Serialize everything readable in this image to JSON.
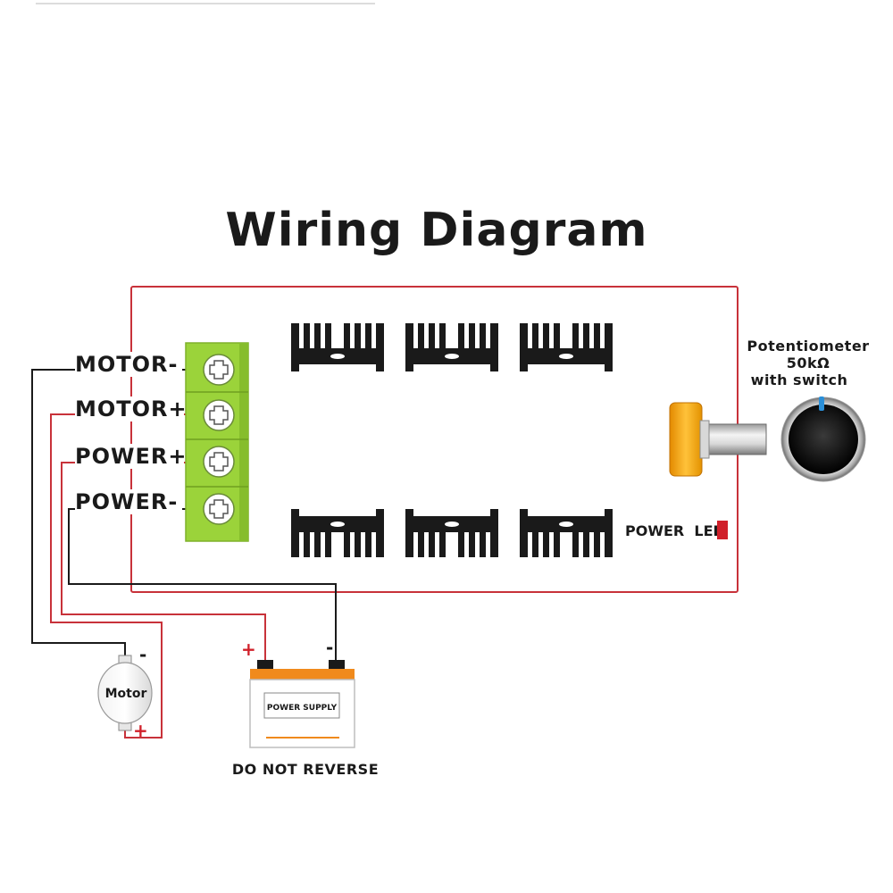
{
  "title": "Wiring Diagram",
  "terminals": [
    {
      "label": "MOTOR-"
    },
    {
      "label": "MOTOR+"
    },
    {
      "label": "POWER+"
    },
    {
      "label": "POWER-"
    }
  ],
  "potentiometer": {
    "line1": "Potentiometer",
    "line2": "50kΩ",
    "line3": "with switch"
  },
  "power_led_label": "POWER  LED",
  "motor": {
    "label": "Motor",
    "minus": "-",
    "plus": "+"
  },
  "power_supply": {
    "label": "POWER SUPPLY",
    "plus": "+",
    "minus": "-"
  },
  "warning": "DO NOT REVERSE",
  "colors": {
    "board_outline": "#c8323a",
    "wire_red": "#c8323a",
    "wire_black": "#1a1a1a",
    "terminal_green": "#9bd33a",
    "knob_orange": "#f5a812",
    "knob_indicator": "#2a8fd8",
    "led_red": "#d0202a",
    "battery_orange": "#f08a1c"
  }
}
